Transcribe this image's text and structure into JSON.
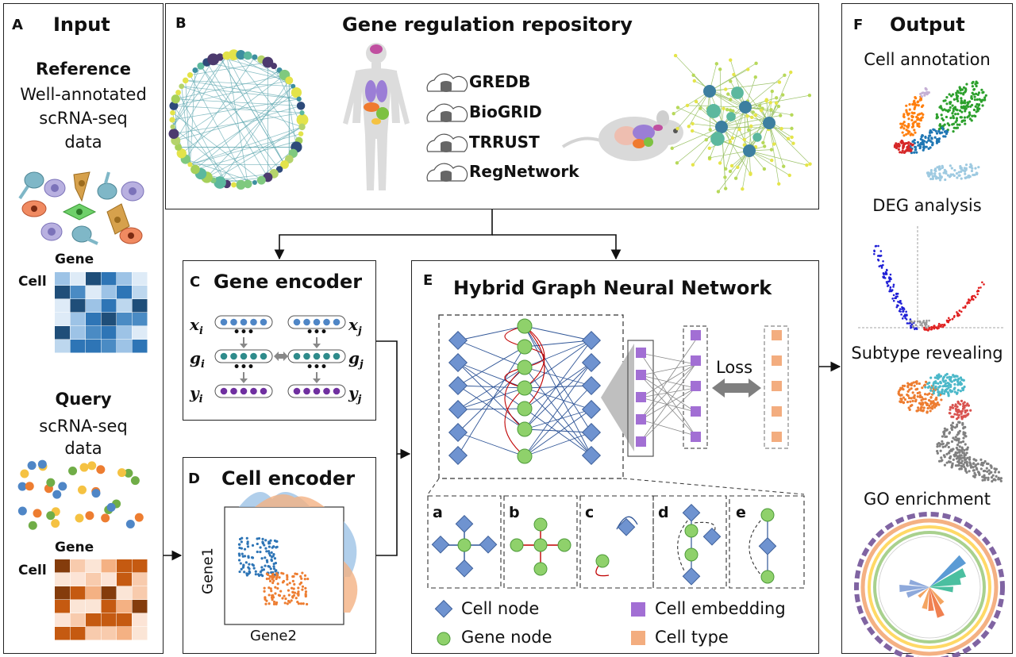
{
  "panel_a": {
    "label": "A",
    "title": "Input",
    "reference_title": "Reference",
    "reference_desc_1": "Well-annotated",
    "reference_desc_2": "scRNA-seq",
    "reference_desc_3": "data",
    "gene_label": "Gene",
    "cell_label": "Cell",
    "query_title": "Query",
    "query_desc_1": "scRNA-seq",
    "query_desc_2": "data",
    "gene_label_2": "Gene",
    "cell_label_2": "Cell"
  },
  "panel_b": {
    "label": "B",
    "title": "Gene regulation repository",
    "databases": [
      "GREDB",
      "BioGRID",
      "TRRUST",
      "RegNetwork"
    ]
  },
  "panel_c": {
    "label": "C",
    "title": "Gene encoder",
    "x_i": "x",
    "x_i_sub": "i",
    "x_j": "x",
    "x_j_sub": "j",
    "g_i": "g",
    "g_i_sub": "i",
    "g_j": "g",
    "g_j_sub": "j",
    "y_i": "y",
    "y_i_sub": "i",
    "y_j": "y",
    "y_j_sub": "j"
  },
  "panel_d": {
    "label": "D",
    "title": "Cell encoder",
    "y_axis": "Gene1",
    "x_axis": "Gene2"
  },
  "panel_e": {
    "label": "E",
    "title": "Hybrid Graph Neural Network",
    "loss_label": "Loss",
    "sub_labels": [
      "a",
      "b",
      "c",
      "d",
      "e"
    ],
    "legend": {
      "cell_node": "Cell node",
      "gene_node": "Gene node",
      "cell_embedding": "Cell embedding",
      "cell_type": "Cell type"
    }
  },
  "panel_f": {
    "label": "F",
    "title": "Output",
    "items": [
      "Cell annotation",
      "DEG analysis",
      "Subtype revealing",
      "GO enrichment"
    ]
  },
  "colors": {
    "cell_node": "#6f93d0",
    "gene_node": "#8fd16b",
    "cell_embedding": "#a26fd4",
    "cell_type": "#f3ad7f",
    "edge_blue": "#2f5597",
    "edge_red": "#c00000"
  }
}
